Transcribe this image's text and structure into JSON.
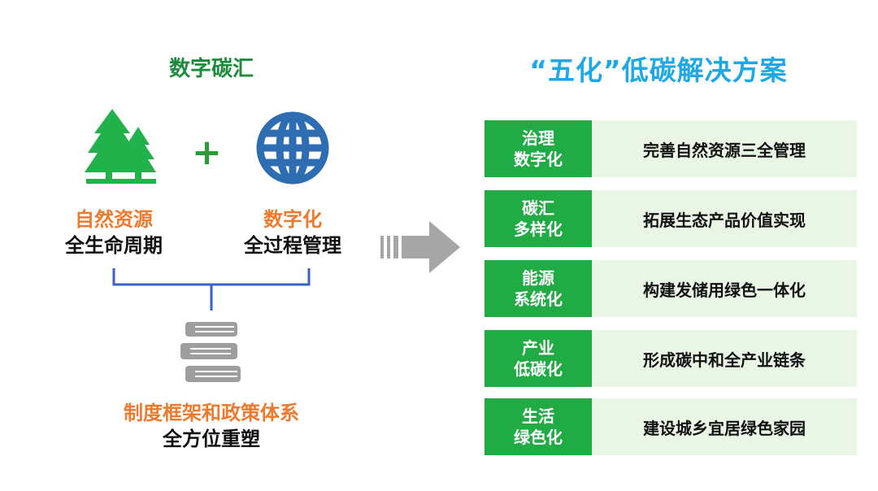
{
  "left": {
    "title": "数字碳汇",
    "plus": "+",
    "col1": {
      "line1": "自然资源",
      "line2": "全生命周期"
    },
    "col2": {
      "line1": "数字化",
      "line2": "全过程管理"
    },
    "bottom": {
      "line1": "制度框架和政策体系",
      "line2": "全方位重塑"
    }
  },
  "right": {
    "title": "“五化”低碳解决方案",
    "rows": [
      {
        "tag1": "治理",
        "tag2": "数字化",
        "desc": "完善自然资源三全管理"
      },
      {
        "tag1": "碳汇",
        "tag2": "多样化",
        "desc": "拓展生态产品价值实现"
      },
      {
        "tag1": "能源",
        "tag2": "系统化",
        "desc": "构建发储用绿色一体化"
      },
      {
        "tag1": "产业",
        "tag2": "低碳化",
        "desc": "形成碳中和全产业链条"
      },
      {
        "tag1": "生活",
        "tag2": "绿色化",
        "desc": "建设城乡宜居绿色家园"
      }
    ]
  },
  "colors": {
    "green_dark": "#1e8a3c",
    "green_tag": "#20ab45",
    "row_bg": "#e9f5e5",
    "blue_title": "#1ea8e6",
    "orange": "#ee7a2e",
    "bracket": "#3a63c4",
    "arrow": "#a6a6a6",
    "globe": "#2f6db3"
  },
  "icons": [
    "tree-icon",
    "globe-icon",
    "books-icon",
    "arrow-right-icon"
  ]
}
